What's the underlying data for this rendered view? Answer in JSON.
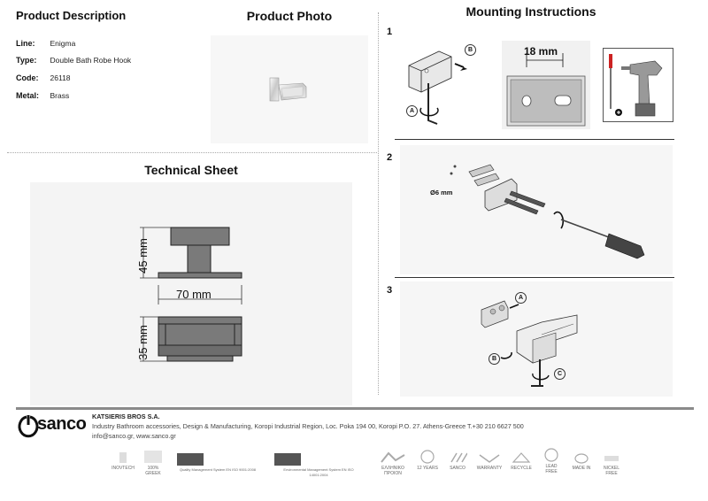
{
  "product_description": {
    "title": "Product Description",
    "rows": [
      {
        "label": "Line:",
        "value": "Enigma"
      },
      {
        "label": "Type:",
        "value": "Double Bath Robe Hook"
      },
      {
        "label": "Code:",
        "value": "26118"
      },
      {
        "label": "Metal:",
        "value": "Brass"
      }
    ]
  },
  "product_photo": {
    "title": "Product Photo"
  },
  "technical_sheet": {
    "title": "Technical Sheet",
    "dim_height_top": "45 mm",
    "dim_width": "70 mm",
    "dim_height_bottom": "35 mm"
  },
  "mounting": {
    "title": "Mounting Instructions",
    "steps": [
      {
        "number": "1",
        "label_a": "A",
        "label_b": "B",
        "spacing": "18 mm"
      },
      {
        "number": "2",
        "drill": "Ø6 mm"
      },
      {
        "number": "3",
        "label_a": "A",
        "label_b": "B",
        "label_c": "C"
      }
    ]
  },
  "footer": {
    "brand": "sanco",
    "company": "KATSIERIS BROS S.A.",
    "line1": "Industry Bathroom accessories, Design & Manufacturing, Koropi Industrial Region, Loc. Poka 194 00, Koropi P.O. 27. Athens-Greece   T.+30 210 6627 500",
    "line2": "info@sanco.gr, www.sanco.gr",
    "certs": [
      "INOVTECH",
      "100% GREEK",
      "Quality Management System EN ISO 9001:2008",
      "Environmental Management System EN ISO 14001:2004",
      "ΕΛΛΗΝΙΚΟ ΠΡΟΙΟΝ",
      "12 YEARS",
      "SANCO",
      "WARRANTY",
      "RECYCLE",
      "LEAD FREE",
      "MADE IN",
      "NICKEL FREE"
    ]
  }
}
